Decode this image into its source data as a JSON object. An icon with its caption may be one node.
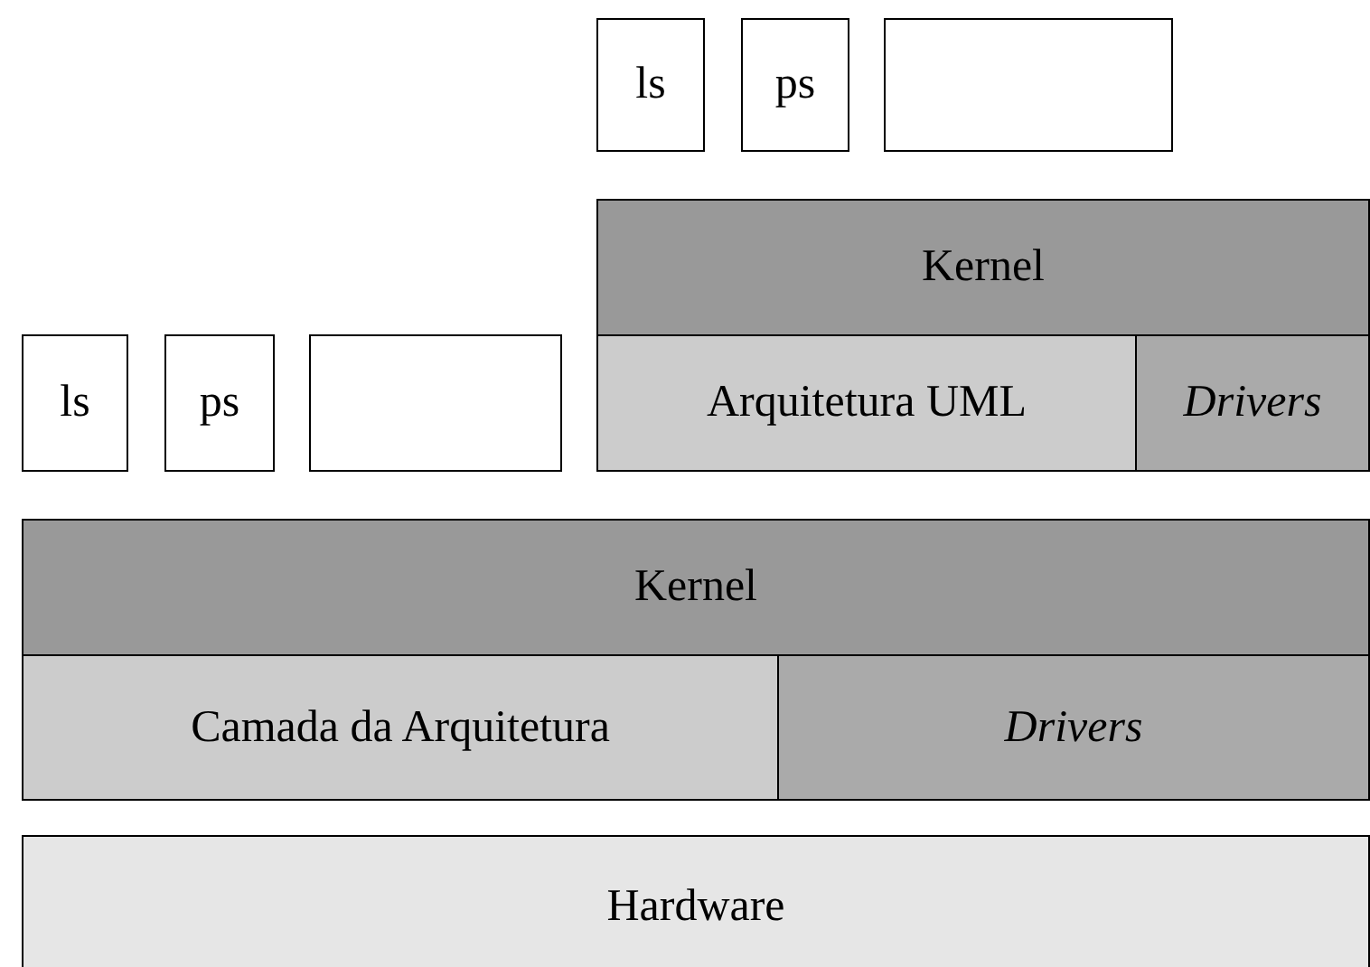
{
  "diagram": {
    "nodes": [
      {
        "text": [
          "ls"
        ]
      },
      {
        "text": [
          "ps"
        ]
      },
      {
        "text": [],
        "shape": "box"
      },
      {
        "text": [
          "Kernel"
        ]
      },
      {
        "text": [
          "ls"
        ]
      },
      {
        "text": [
          "ps"
        ]
      },
      {
        "text": [],
        "shape": "box"
      },
      {
        "text": [
          "Arquitetura UML"
        ]
      },
      {
        "text": [
          "Drivers"
        ]
      },
      {
        "text": [
          "Kernel"
        ]
      },
      {
        "text": [
          "Camada da Arquitetura"
        ]
      },
      {
        "text": [
          "Drivers"
        ]
      },
      {
        "text": [
          "Hardware"
        ]
      }
    ]
  }
}
